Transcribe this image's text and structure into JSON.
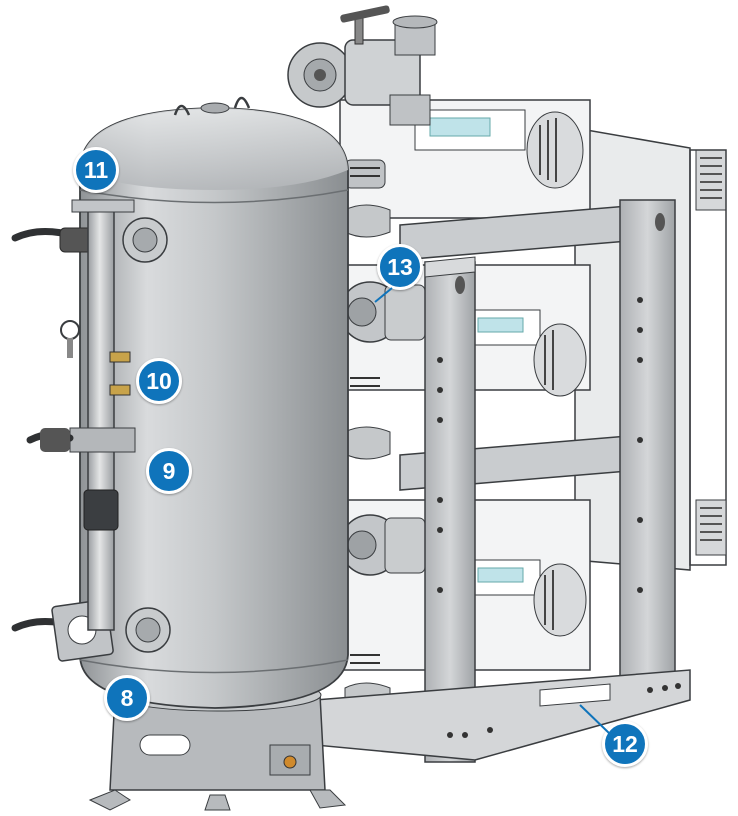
{
  "callouts": [
    {
      "id": "8",
      "label": "8"
    },
    {
      "id": "9",
      "label": "9"
    },
    {
      "id": "10",
      "label": "10"
    },
    {
      "id": "11",
      "label": "11"
    },
    {
      "id": "12",
      "label": "12"
    },
    {
      "id": "13",
      "label": "13"
    }
  ],
  "colors": {
    "callout_fill": "#0f74bb",
    "callout_text": "#ffffff",
    "steel": "#b9bcbf",
    "steel_dark": "#8d9194",
    "cabinet": "#eceeef",
    "outline": "#3a3d40"
  }
}
